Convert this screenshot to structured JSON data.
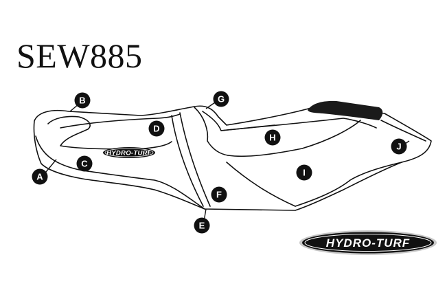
{
  "title": "SEW885",
  "colors": {
    "line": "#111111",
    "dark_panel": "#1a1a1a",
    "marker": "#111111",
    "marker_text": "#ffffff"
  },
  "logo": {
    "small_text": "HYDRO-TURF",
    "large_text": "HYDRO-TURF"
  },
  "markers": [
    {
      "id": "A",
      "label": "A"
    },
    {
      "id": "B",
      "label": "B"
    },
    {
      "id": "C",
      "label": "C"
    },
    {
      "id": "D",
      "label": "D"
    },
    {
      "id": "E",
      "label": "E"
    },
    {
      "id": "F",
      "label": "F"
    },
    {
      "id": "G",
      "label": "G"
    },
    {
      "id": "H",
      "label": "H"
    },
    {
      "id": "I",
      "label": "I"
    },
    {
      "id": "J",
      "label": "J"
    }
  ]
}
